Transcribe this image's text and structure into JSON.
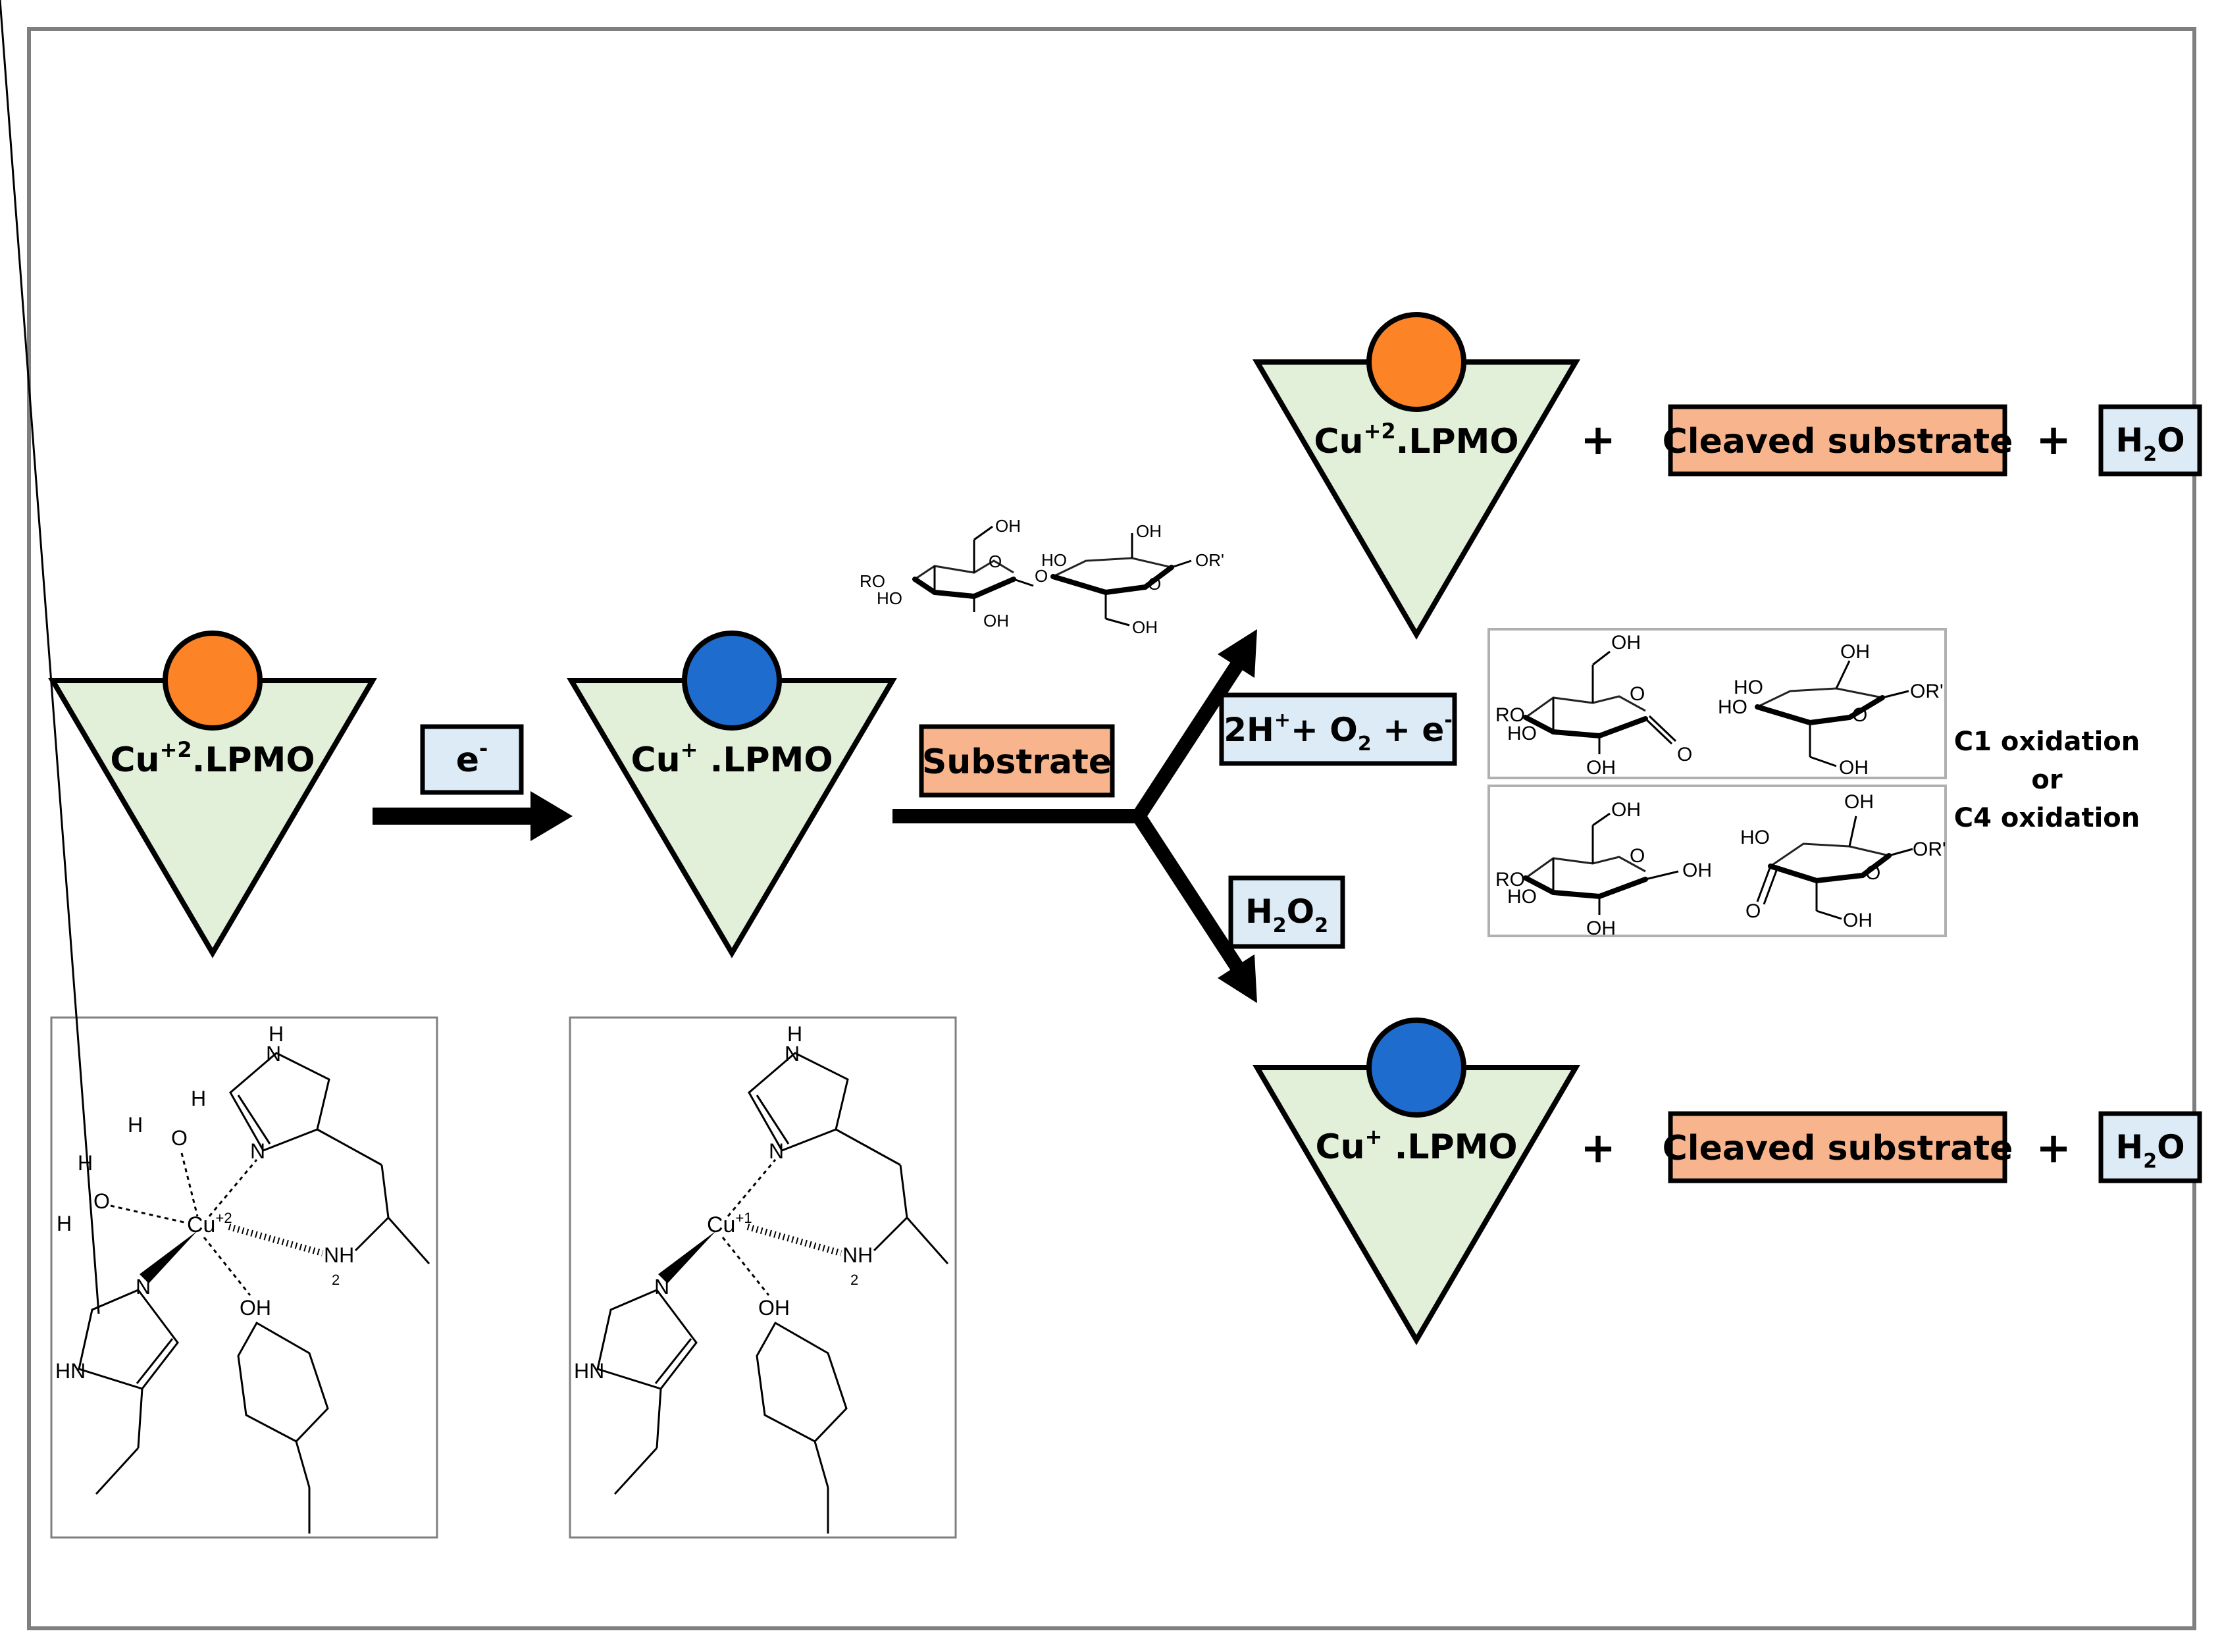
{
  "colors": {
    "triangle_fill": "#e2f0d9",
    "cu2_circle": "#fd8327",
    "cu1_circle": "#1f6ccf",
    "blue_box": "#ddebf7",
    "orange_box": "#f8b48c",
    "frame": "#7f7f7f"
  },
  "enzymes": {
    "cu2_left": "Cu+2.LPMO",
    "cu1_mid": "Cu+ .LPMO",
    "cu2_top": "Cu+2.LPMO",
    "cu1_bottom": "Cu+ .LPMO"
  },
  "labels": {
    "electron_base": "e",
    "electron_sup": "-",
    "substrate": "Substrate",
    "o2_path_parts": [
      "2H",
      "+",
      "+ O",
      "2",
      " + e",
      "-"
    ],
    "h2o2_parts": [
      "H",
      "2",
      "O",
      "2"
    ],
    "plus": "+",
    "cleaved_substrate": "Cleaved substrate",
    "h2o_parts": [
      "H",
      "2",
      "O"
    ],
    "oxidation_c1": "C1 oxidation",
    "oxidation_or": "or",
    "oxidation_c4": "C4 oxidation"
  },
  "chem_labels": {
    "oh": "OH",
    "ho": "HO",
    "ro": "RO",
    "or_prime": "OR'",
    "o": "O",
    "h": "H",
    "n": "N",
    "hn": "HN",
    "nh2": "NH",
    "sub2": "2",
    "cu2": "Cu",
    "cu2_sup": "+2",
    "cu1_sup": "+1"
  }
}
